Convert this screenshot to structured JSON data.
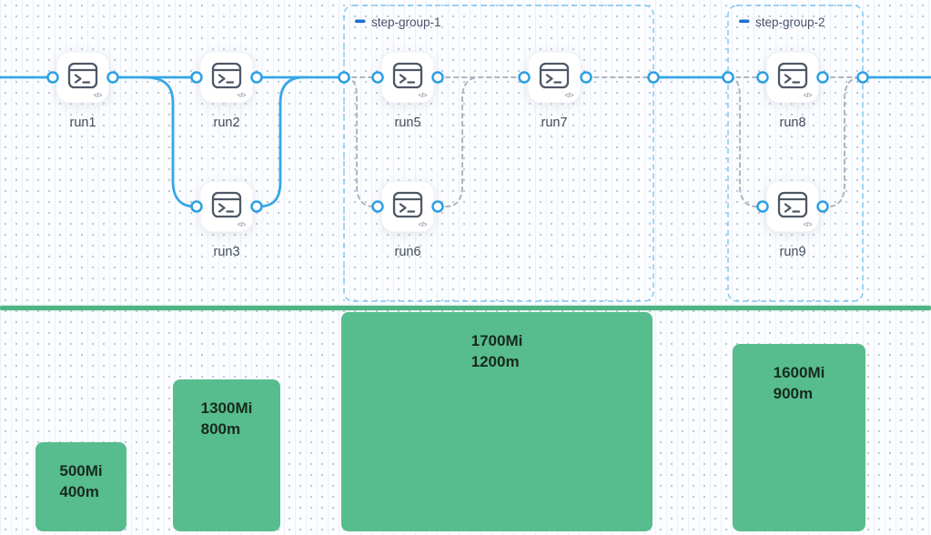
{
  "flow": {
    "groups": [
      {
        "label": "step-group-1"
      },
      {
        "label": "step-group-2"
      }
    ],
    "nodes": [
      {
        "label": "run1"
      },
      {
        "label": "run2"
      },
      {
        "label": "run3"
      },
      {
        "label": "run5"
      },
      {
        "label": "run6"
      },
      {
        "label": "run7"
      },
      {
        "label": "run8"
      },
      {
        "label": "run9"
      }
    ],
    "node_badge": "</>"
  },
  "chart_data": {
    "type": "bar",
    "title": "",
    "orientation": "vertical",
    "value_labels_inside_bars": true,
    "bars": [
      {
        "memory_label": "500Mi",
        "cpu_label": "400m",
        "memory_mi": 500,
        "cpu_millicores": 400
      },
      {
        "memory_label": "1300Mi",
        "cpu_label": "800m",
        "memory_mi": 1300,
        "cpu_millicores": 800
      },
      {
        "memory_label": "1700Mi",
        "cpu_label": "1200m",
        "memory_mi": 1700,
        "cpu_millicores": 1200
      },
      {
        "memory_label": "1600Mi",
        "cpu_label": "900m",
        "memory_mi": 1600,
        "cpu_millicores": 900
      }
    ],
    "bar_color": "#57bd8e"
  },
  "colors": {
    "edge_blue": "#35a7e6",
    "port_blue": "#2a9fe4",
    "edge_dashed_gray": "#adb5c2",
    "group_border_blue": "#7cc5f0",
    "group_collapse_blue": "#1d6fd3",
    "separator_green": "#4db583",
    "bar_green": "#57bd8e",
    "node_icon_gray": "#4e5765"
  }
}
